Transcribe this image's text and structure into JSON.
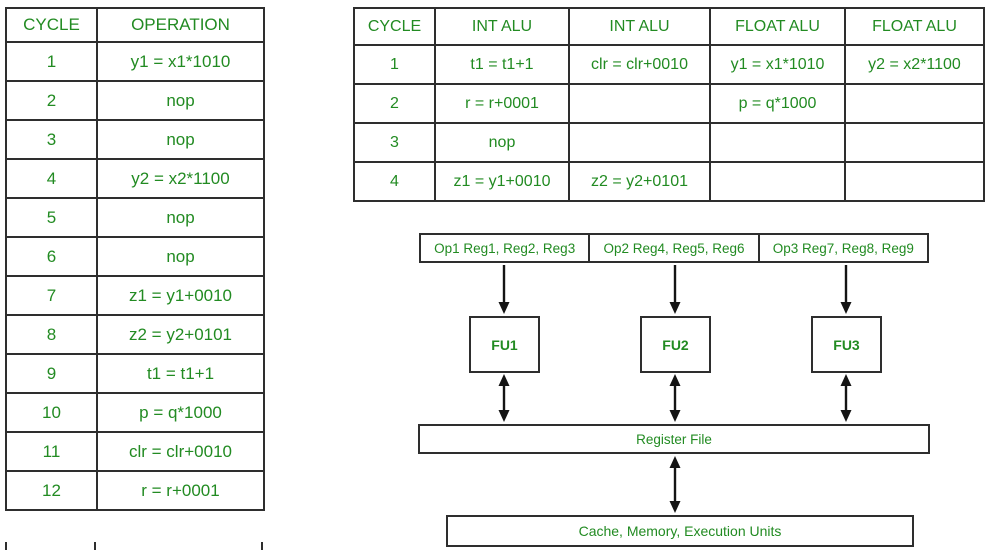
{
  "colors": {
    "text_green": "#228B22",
    "table_border": "#2e2e2e",
    "arrow_black": "#141414",
    "background": "#ffffff"
  },
  "left_table": {
    "headers": [
      "CYCLE",
      "OPERATION"
    ],
    "rows": [
      [
        "1",
        "y1 = x1*1010"
      ],
      [
        "2",
        "nop"
      ],
      [
        "3",
        "nop"
      ],
      [
        "4",
        "y2 = x2*1100"
      ],
      [
        "5",
        "nop"
      ],
      [
        "6",
        "nop"
      ],
      [
        "7",
        "z1 = y1+0010"
      ],
      [
        "8",
        "z2 = y2+0101"
      ],
      [
        "9",
        "t1 = t1+1"
      ],
      [
        "10",
        "p = q*1000"
      ],
      [
        "11",
        "clr = clr+0010"
      ],
      [
        "12",
        "r = r+0001"
      ]
    ]
  },
  "vliw_table": {
    "headers": [
      "CYCLE",
      "INT ALU",
      "INT ALU",
      "FLOAT ALU",
      "FLOAT ALU"
    ],
    "rows": [
      [
        "1",
        "t1 = t1+1",
        "clr = clr+0010",
        "y1 = x1*1010",
        "y2 = x2*1100"
      ],
      [
        "2",
        "r = r+0001",
        "",
        "p = q*1000",
        ""
      ],
      [
        "3",
        "nop",
        "",
        "",
        ""
      ],
      [
        "4",
        "z1 = y1+0010",
        "z2 = y2+0101",
        "",
        ""
      ]
    ]
  },
  "diagram": {
    "instruction_slots": [
      "Op1 Reg1, Reg2, Reg3",
      "Op2 Reg4, Reg5, Reg6",
      "Op3 Reg7, Reg8, Reg9"
    ],
    "functional_units": [
      "FU1",
      "FU2",
      "FU3"
    ],
    "register_file_label": "Register File",
    "memory_label": "Cache, Memory, Execution Units"
  }
}
